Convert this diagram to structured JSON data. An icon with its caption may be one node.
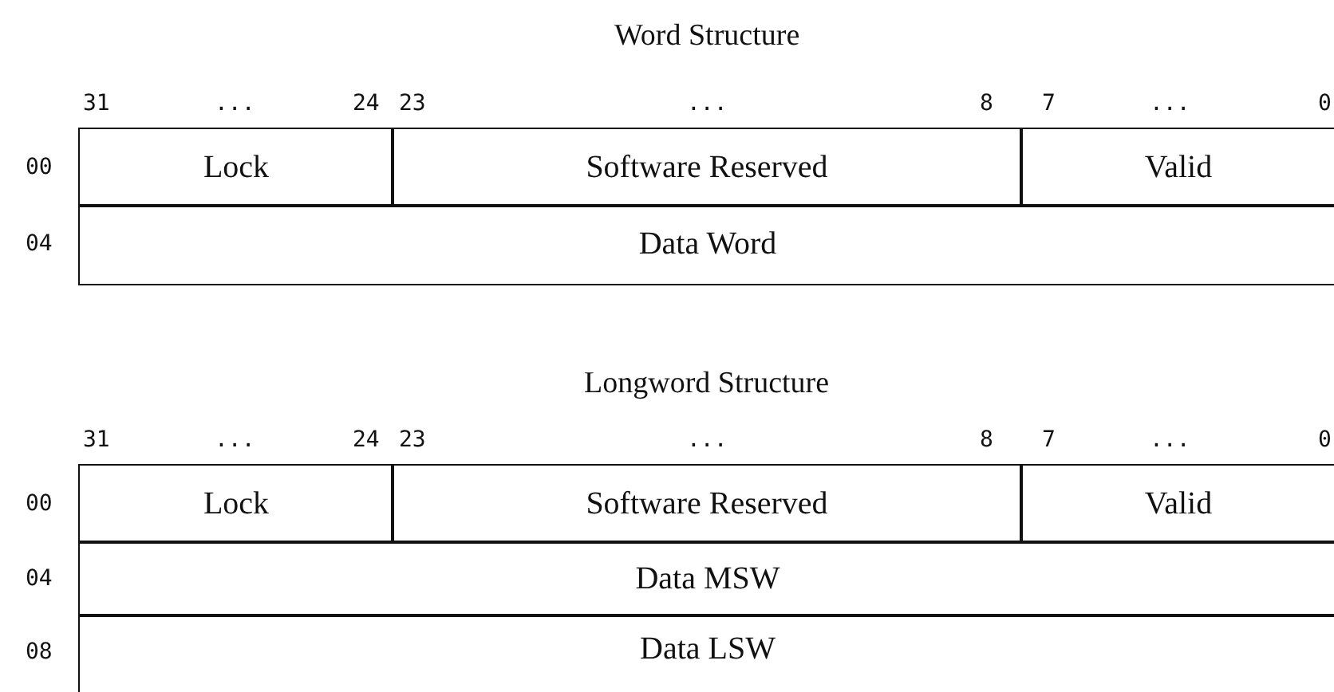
{
  "diagram": {
    "nodes": [
      {
        "text": [
          "Lock"
        ]
      },
      {
        "text": [
          "Software Reserved"
        ]
      },
      {
        "text": [
          "Valid"
        ]
      },
      {
        "text": [
          "Data Word"
        ]
      },
      {
        "text": [
          "Lock"
        ]
      },
      {
        "text": [
          "Software Reserved"
        ]
      },
      {
        "text": [
          "Valid"
        ]
      },
      {
        "text": [
          "Data MSW"
        ]
      },
      {
        "text": [
          "Data LSW"
        ]
      }
    ],
    "labels": [
      "Word Structure",
      "31",
      "...",
      "24",
      "23",
      "...",
      "8",
      "7",
      "...",
      "0",
      "00",
      "04",
      "Longword Structure",
      "31",
      "...",
      "24",
      "23",
      "...",
      "8",
      "7",
      "...",
      "0",
      "00",
      "04",
      "08"
    ]
  }
}
